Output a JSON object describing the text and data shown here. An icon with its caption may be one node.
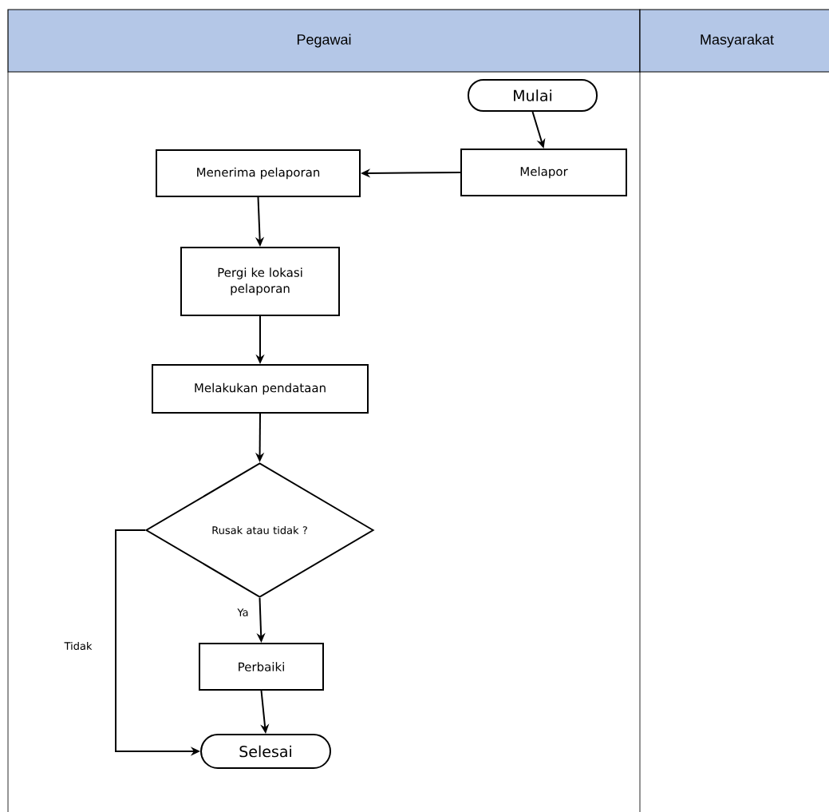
{
  "diagram": {
    "nodes": [
      {
        "text": [
          "Pegawai"
        ]
      },
      {
        "text": [
          "Masyarakat"
        ]
      },
      {
        "text": [
          "Mulai"
        ]
      },
      {
        "text": [
          "Melapor"
        ]
      },
      {
        "text": [
          "Menerima pelaporan"
        ]
      },
      {
        "text": [
          "Pergi ke lokasi pelaporan"
        ]
      },
      {
        "text": [
          "Melakukan pendataan"
        ]
      },
      {
        "text": [
          "Rusak atau tidak ?"
        ]
      },
      {
        "text": [
          "Perbaiki"
        ]
      },
      {
        "text": [
          "Selesai"
        ]
      }
    ],
    "edges": [
      {
        "from": 2,
        "to": 3,
        "arrow": "to"
      },
      {
        "from": 3,
        "to": 4,
        "arrow": "to"
      },
      {
        "from": 4,
        "to": 5,
        "arrow": "to"
      },
      {
        "from": 5,
        "to": 6,
        "arrow": "to"
      },
      {
        "from": 6,
        "to": 7,
        "arrow": "to"
      },
      {
        "from": 7,
        "to": 8,
        "arrow": "to",
        "label": "Ya"
      },
      {
        "from": 8,
        "to": 9,
        "arrow": "to"
      },
      {
        "from": 7,
        "to": 9,
        "arrow": "to",
        "label": "Tidak"
      }
    ]
  }
}
